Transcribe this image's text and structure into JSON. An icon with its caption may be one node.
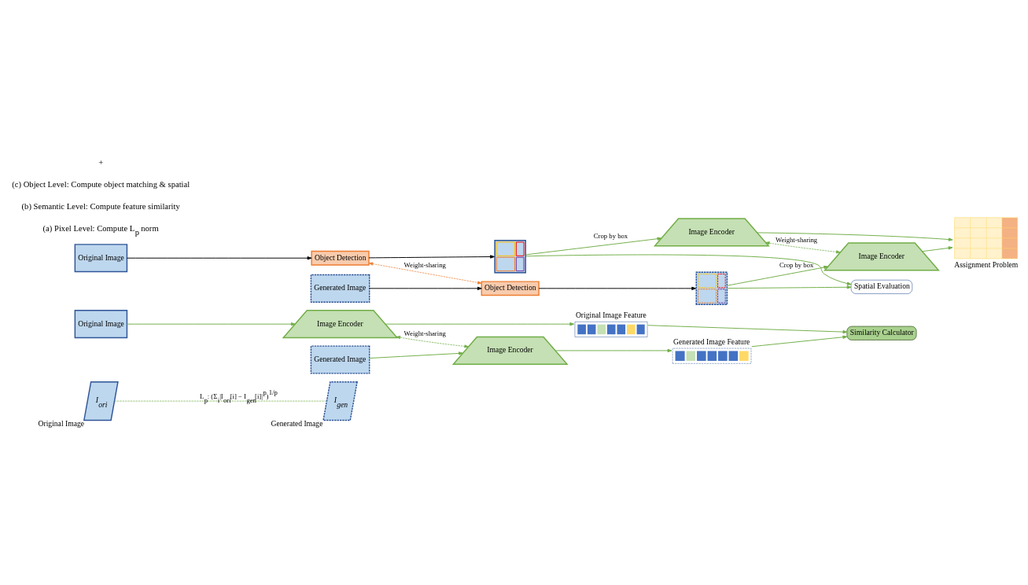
{
  "diagram": {
    "nodes": [
      {
        "text": [
          "I$_{ori}$"
        ],
        "beside": [
          "Original Image"
        ]
      },
      {
        "text": [
          "I$_{gen}$"
        ],
        "beside": [
          "Generated Image"
        ]
      },
      {
        "text": [
          "Original Image"
        ]
      },
      {
        "text": [
          "Generated Image"
        ]
      },
      {
        "text": [
          "Image Encoder"
        ]
      },
      {
        "text": [
          "Image Encoder"
        ]
      },
      {
        "text": [
          "Original Image Feature"
        ]
      },
      {
        "text": [
          "Generated Image Feature"
        ]
      },
      {
        "text": [
          "Similarity Calculator"
        ]
      },
      {
        "text": [
          "Spatial Evaluation"
        ]
      },
      {
        "text": [
          "Assignment Problem"
        ]
      },
      {
        "text": [
          "Image Encoder"
        ]
      },
      {
        "text": [
          "Image Encoder"
        ]
      },
      {
        "text": [],
        "shape": "picture"
      },
      {
        "text": [],
        "shape": "picture"
      },
      {
        "text": [
          "Object Detection"
        ]
      },
      {
        "text": [
          "Object Detection"
        ]
      },
      {
        "text": [
          "Original Image"
        ]
      },
      {
        "text": [
          "Generated Image"
        ]
      }
    ],
    "edges": [
      {
        "from": 0,
        "to": 1,
        "arrow": "none",
        "style": "dashed",
        "label": "L$_{p}$: (Σ$_{i}$|I$_{ori}$[i] − I$_{gen}$[i]|$^{p}$)$^{1/p}$"
      },
      {
        "from": 2,
        "to": 4,
        "arrow": "to"
      },
      {
        "from": 3,
        "to": 5,
        "arrow": "to"
      },
      {
        "from": 4,
        "to": 6,
        "arrow": "to"
      },
      {
        "from": 5,
        "to": 7,
        "arrow": "to"
      },
      {
        "from": 6,
        "to": 8,
        "arrow": "to"
      },
      {
        "from": 7,
        "to": 8,
        "arrow": "to"
      },
      {
        "from": 4,
        "to": 5,
        "arrow": "both",
        "style": "dashed",
        "label": "Weight-sharing"
      },
      {
        "from": 17,
        "to": 15,
        "arrow": "to",
        "color": "#000000"
      },
      {
        "from": 15,
        "to": 13,
        "arrow": "to",
        "color": "#000000"
      },
      {
        "from": 18,
        "to": 16,
        "arrow": "to",
        "color": "#000000"
      },
      {
        "from": 16,
        "to": 14,
        "arrow": "to",
        "color": "#000000"
      },
      {
        "from": 15,
        "to": 16,
        "arrow": "both",
        "style": "dashed",
        "color": "#ed7d31",
        "label": "Weight-sharing"
      },
      {
        "from": 13,
        "to": 11,
        "arrow": "to",
        "label": "Crop by box"
      },
      {
        "from": 14,
        "to": 12,
        "arrow": "to",
        "label": "Crop by box"
      },
      {
        "from": 11,
        "to": 12,
        "arrow": "both",
        "style": "dashed",
        "label": "Weight-sharing"
      },
      {
        "from": 11,
        "to": 10,
        "arrow": "to"
      },
      {
        "from": 12,
        "to": 10,
        "arrow": "to"
      },
      {
        "from": 13,
        "to": 9,
        "arrow": "to"
      },
      {
        "from": 14,
        "to": 9,
        "arrow": "to"
      }
    ],
    "labels": [
      "(a) Pixel Level: Compute L$_{p}$ norm",
      "(b) Semantic Level: Compute feature similarity",
      "(c) Object Level: Compute object matching & spatial",
      "+"
    ]
  }
}
